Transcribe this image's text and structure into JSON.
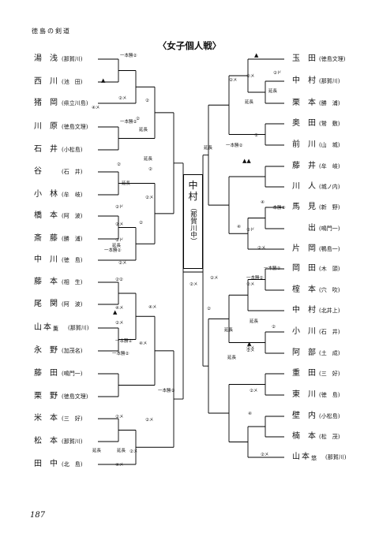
{
  "header": "徳島の剣道",
  "title": "〈女子個人戦〉",
  "page_number": "187",
  "champion": {
    "name": [
      "中",
      "村"
    ],
    "team": "（那賀川中）"
  },
  "left_players": [
    {
      "name": [
        "湯",
        "浅"
      ],
      "team": "(那賀川)"
    },
    {
      "name": [
        "西",
        "川"
      ],
      "team": "(池　田)"
    },
    {
      "name": [
        "猪",
        "岡"
      ],
      "team": "(県立川島)"
    },
    {
      "name": [
        "川",
        "原"
      ],
      "team": "(徳島文理)"
    },
    {
      "name": [
        "石",
        "井"
      ],
      "team": "(小松島)"
    },
    {
      "name": [
        "谷",
        ""
      ],
      "team": "(石　井)"
    },
    {
      "name": [
        "小",
        "林"
      ],
      "team": "(牟　岐)"
    },
    {
      "name": [
        "橋",
        "本"
      ],
      "team": "(阿　波)"
    },
    {
      "name": [
        "斎",
        "藤"
      ],
      "team": "(勝　浦)"
    },
    {
      "name": [
        "中",
        "川"
      ],
      "team": "(徳　島)"
    },
    {
      "name": [
        "藤",
        "本"
      ],
      "team": "(相　生)"
    },
    {
      "name": [
        "尾",
        "関"
      ],
      "team": "(阿　波)"
    },
    {
      "name": [
        "山",
        "本"
      ],
      "sub": "薫",
      "team": "(那賀川)"
    },
    {
      "name": [
        "永",
        "野"
      ],
      "team": "(加茂名)"
    },
    {
      "name": [
        "藤",
        "田"
      ],
      "team": "(鳴門一)"
    },
    {
      "name": [
        "栗",
        "野"
      ],
      "team": "(徳島文理)"
    },
    {
      "name": [
        "米",
        "本"
      ],
      "team": "(三　好)"
    },
    {
      "name": [
        "松",
        "本"
      ],
      "team": "(那賀川)"
    },
    {
      "name": [
        "田",
        "中"
      ],
      "team": "(北　島)"
    }
  ],
  "right_players": [
    {
      "name": [
        "玉",
        "田"
      ],
      "team": "(徳島文理)"
    },
    {
      "name": [
        "中",
        "村"
      ],
      "team": "(那賀川)"
    },
    {
      "name": [
        "栗",
        "本"
      ],
      "team": "(勝　浦)"
    },
    {
      "name": [
        "奥",
        "田"
      ],
      "team": "(鷲　敷)"
    },
    {
      "name": [
        "前",
        "川"
      ],
      "team": "(山　城)"
    },
    {
      "name": [
        "藤",
        "井"
      ],
      "team": "(牟　岐)"
    },
    {
      "name": [
        "川",
        "人"
      ],
      "team": "(城ノ内)"
    },
    {
      "name": [
        "馬",
        "見"
      ],
      "team": "(新　野)"
    },
    {
      "name": [
        "",
        "出"
      ],
      "team": "(鳴門一)"
    },
    {
      "name": [
        "片",
        "岡"
      ],
      "team": "(鴨島一)"
    },
    {
      "name": [
        "岡",
        "田"
      ],
      "team": "(木　頭)"
    },
    {
      "name": [
        "榁",
        "本"
      ],
      "team": "(穴　吹)"
    },
    {
      "name": [
        "中",
        "村"
      ],
      "team": "(北井上)"
    },
    {
      "name": [
        "小",
        "川"
      ],
      "team": "(石　井)"
    },
    {
      "name": [
        "阿",
        "部"
      ],
      "team": "(土　成)"
    },
    {
      "name": [
        "重",
        "田"
      ],
      "team": "(三　好)"
    },
    {
      "name": [
        "東",
        "川"
      ],
      "team": "(徳　島)"
    },
    {
      "name": [
        "壁",
        "内"
      ],
      "team": "(小松島)"
    },
    {
      "name": [
        "楠",
        "本"
      ],
      "team": "(松　茂)"
    },
    {
      "name": [
        "山",
        "本"
      ],
      "sub": "悠",
      "team": "(那賀川)"
    }
  ],
  "annotations": [
    {
      "text": "一本勝②"
    },
    {
      "text": "④メ"
    },
    {
      "text": "②メ"
    },
    {
      "text": "一本勝②"
    },
    {
      "text": "②"
    },
    {
      "text": "延長"
    },
    {
      "text": "②"
    },
    {
      "text": "②"
    },
    {
      "text": "延長"
    },
    {
      "text": "②ド"
    },
    {
      "text": "②メ"
    },
    {
      "text": "②ド"
    },
    {
      "text": "延長"
    },
    {
      "text": "一本勝②"
    },
    {
      "text": "②メ"
    },
    {
      "text": "②②"
    },
    {
      "text": "④メ"
    },
    {
      "text": "②メ"
    },
    {
      "text": "一本勝②"
    },
    {
      "text": "一本勝②"
    },
    {
      "text": "④メ"
    },
    {
      "text": "②メ"
    },
    {
      "text": "②"
    },
    {
      "text": "②メ"
    },
    {
      "text": "一本勝②"
    },
    {
      "text": "延長"
    },
    {
      "text": "②メ"
    },
    {
      "text": "②"
    },
    {
      "text": "④メ"
    },
    {
      "text": "②メ"
    },
    {
      "text": "延長"
    },
    {
      "text": "延長"
    },
    {
      "text": "④メ"
    },
    {
      "text": "②メ"
    },
    {
      "text": "②メ"
    },
    {
      "text": "②メ"
    },
    {
      "text": "②ド"
    },
    {
      "text": "延長"
    },
    {
      "text": "延長"
    },
    {
      "text": "②"
    },
    {
      "text": "一本勝②"
    },
    {
      "text": "延長"
    },
    {
      "text": "④"
    },
    {
      "text": "一本勝②"
    },
    {
      "text": "②ド"
    },
    {
      "text": "④"
    },
    {
      "text": "②メ"
    },
    {
      "text": "一本勝②"
    },
    {
      "text": "一本勝②"
    },
    {
      "text": "②メ"
    },
    {
      "text": "②"
    },
    {
      "text": "延長"
    },
    {
      "text": "延長"
    },
    {
      "text": "②メ"
    },
    {
      "text": "②"
    },
    {
      "text": "②メ"
    },
    {
      "text": "②メ"
    },
    {
      "text": "②メ"
    },
    {
      "text": "④"
    },
    {
      "text": "延長"
    },
    {
      "text": "②メ"
    }
  ],
  "markers": [
    "▲",
    "▲",
    "▲▲",
    "▲",
    "▲"
  ]
}
